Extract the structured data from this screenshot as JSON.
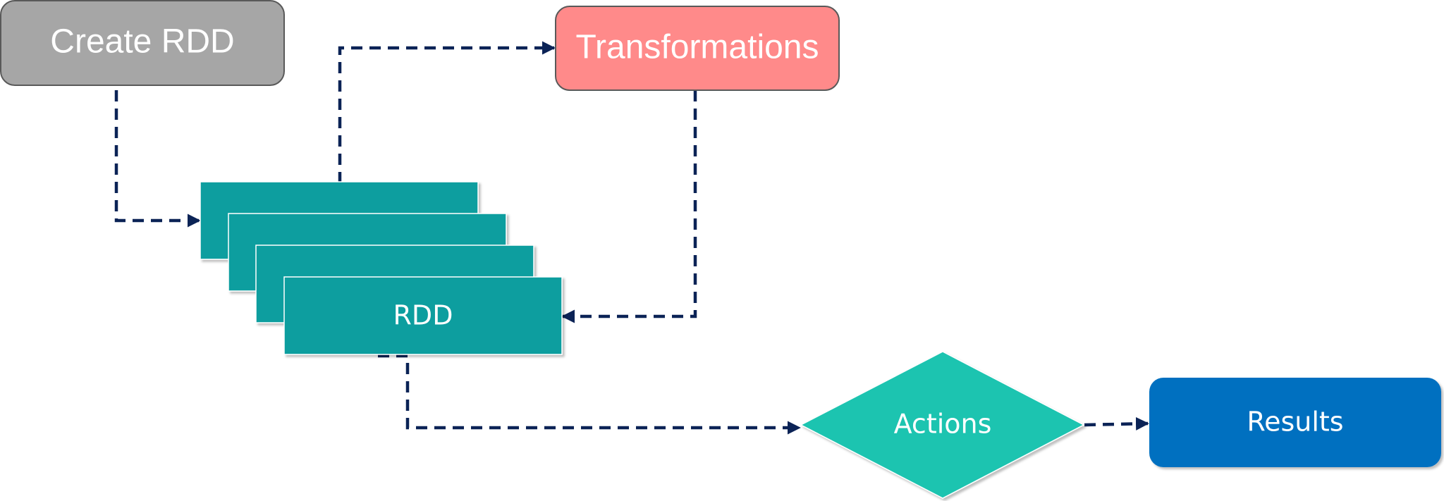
{
  "nodes": {
    "create_rdd": {
      "label": "Create RDD",
      "color": "#a6a6a6"
    },
    "transformations": {
      "label": "Transformations",
      "color": "#ff8a8a"
    },
    "rdd": {
      "label": "RDD",
      "color": "#109e9f"
    },
    "actions": {
      "label": "Actions",
      "color": "#1cc4b0"
    },
    "results": {
      "label": "Results",
      "color": "#0070c0"
    }
  },
  "connector_color": "#0b2356",
  "edges": [
    {
      "from": "Create RDD",
      "to": "RDD",
      "style": "dashed"
    },
    {
      "from": "RDD",
      "to": "Transformations",
      "style": "dashed"
    },
    {
      "from": "Transformations",
      "to": "RDD",
      "style": "dashed"
    },
    {
      "from": "RDD",
      "to": "Actions",
      "style": "dashed"
    },
    {
      "from": "Actions",
      "to": "Results",
      "style": "dashed"
    }
  ]
}
